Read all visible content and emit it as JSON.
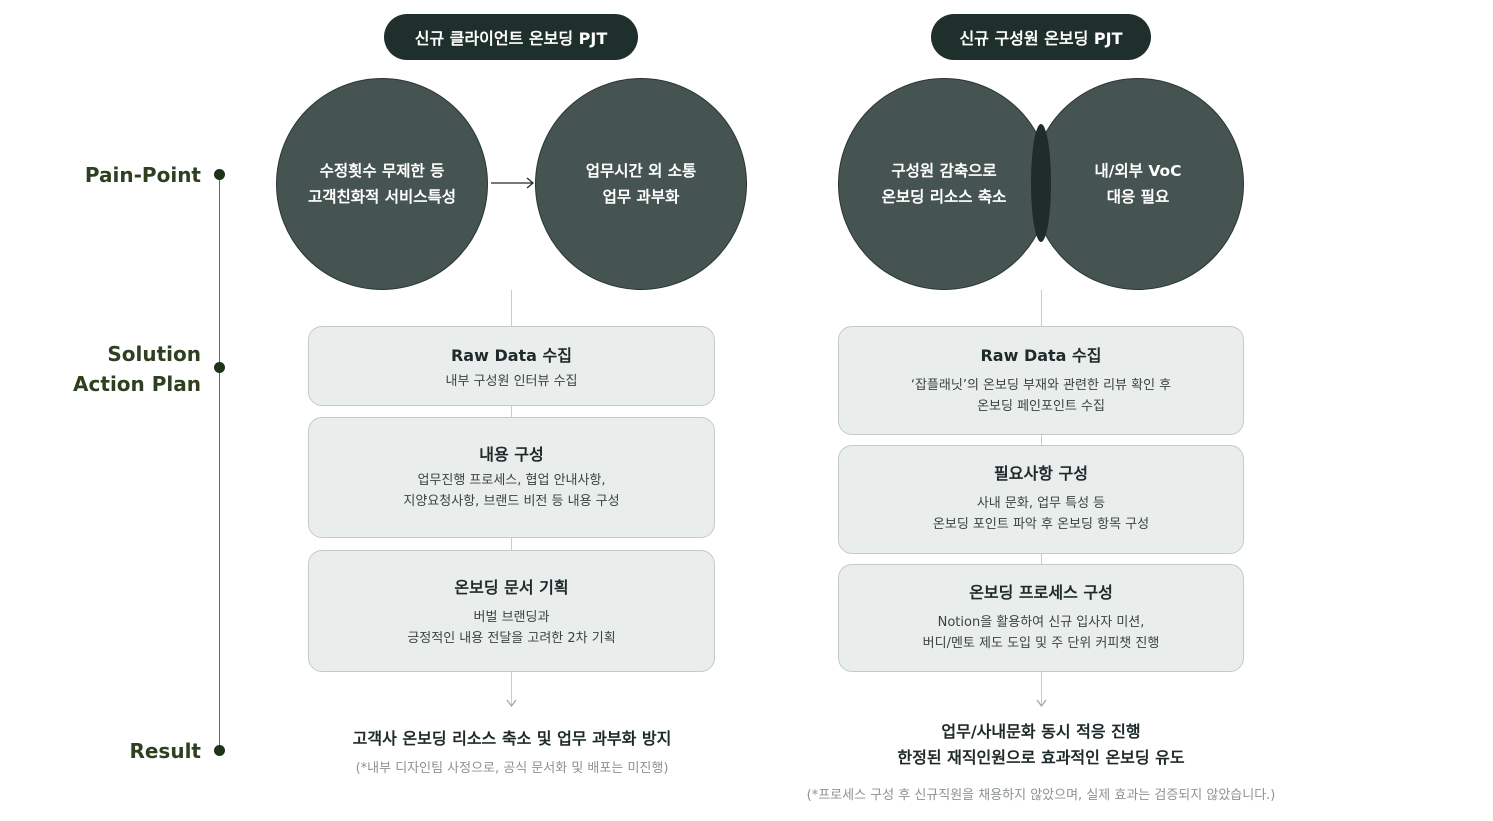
{
  "stages": {
    "pain_point": "Pain-Point",
    "solution_line1": "Solution",
    "solution_line2": "Action Plan",
    "result": "Result"
  },
  "left_project": {
    "title": "신규 클라이언트 온보딩 PJT",
    "circles": [
      {
        "line1": "수정횟수 무제한 등",
        "line2": "고객친화적 서비스특성"
      },
      {
        "line1": "업무시간 외 소통",
        "line2": "업무 과부화"
      }
    ],
    "steps": [
      {
        "title": "Raw Data 수집",
        "desc": [
          "내부 구성원 인터뷰 수집"
        ]
      },
      {
        "title": "내용 구성",
        "desc": [
          "업무진행 프로세스, 협업 안내사항,",
          "지양요청사항, 브랜드 비전 등 내용 구성"
        ]
      },
      {
        "title": "온보딩 문서 기획",
        "desc": [
          "버벌 브랜딩과",
          "긍정적인 내용 전달을 고려한 2차 기획"
        ]
      }
    ],
    "result": [
      "고객사 온보딩 리소스 축소 및 업무 과부화 방지"
    ],
    "note": "(*내부 디자인팀 사정으로, 공식 문서화 및 배포는 미진행)"
  },
  "right_project": {
    "title": "신규 구성원 온보딩 PJT",
    "circles": [
      {
        "line1": "구성원 감축으로",
        "line2": "온보딩 리소스 축소"
      },
      {
        "line1": "내/외부 VoC",
        "line2": "대응 필요"
      }
    ],
    "steps": [
      {
        "title": "Raw Data 수집",
        "desc": [
          "‘잡플래닛’의 온보딩 부재와 관련한 리뷰 확인 후",
          "온보딩 페인포인트 수집"
        ]
      },
      {
        "title": "필요사항 구성",
        "desc": [
          "사내 문화, 업무 특성 등",
          "온보딩 포인트 파악 후 온보딩 항목 구성"
        ]
      },
      {
        "title": "온보딩 프로세스 구성",
        "desc": [
          "Notion을 활용하여 신규 입사자 미션,",
          "버디/멘토 제도 도입 및 주 단위 커피챗 진행"
        ]
      }
    ],
    "result": [
      "업무/사내문화 동시 적응 진행",
      "한정된 재직인원으로 효과적인 온보딩 유도"
    ],
    "note": "(*프로세스 구성 후 신규직원을 채용하지 않았으며, 실제 효과는 검증되지 않았습니다.)"
  },
  "icons": {
    "arrow_right": "→",
    "arrow_down": "↓"
  }
}
